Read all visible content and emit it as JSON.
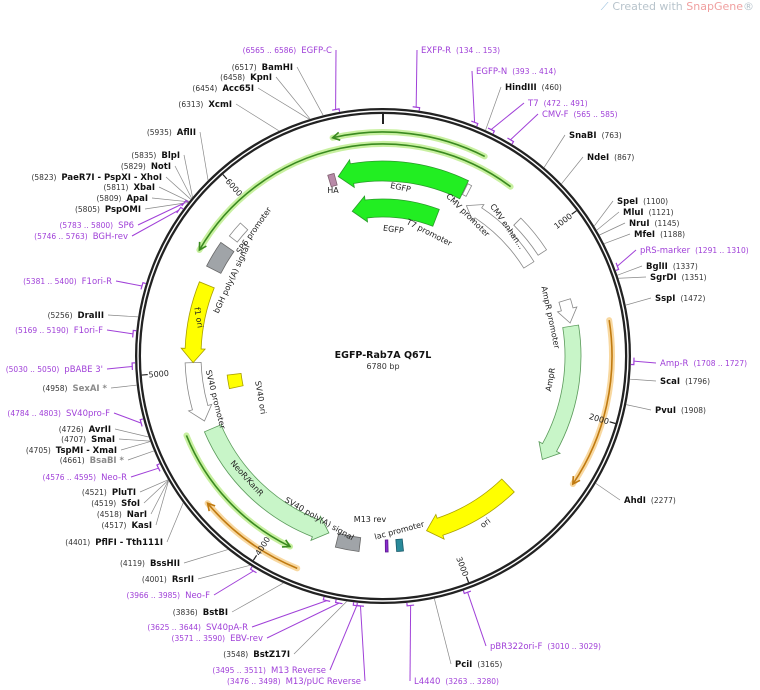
{
  "watermark": {
    "prefix": "Created with ",
    "brand": "SnapGene",
    "reg": "®"
  },
  "plasmid": {
    "name": "EGFP-Rab7A Q67L",
    "size_label": "6780 bp",
    "length_bp": 6780
  },
  "ticks": [
    "1000",
    "2000",
    "3000",
    "4000",
    "5000",
    "6000"
  ],
  "sites": [
    {
      "name": "BamHI",
      "pos": "(6517)",
      "bp": 6517
    },
    {
      "name": "KpnI",
      "pos": "(6458)",
      "bp": 6458
    },
    {
      "name": "Acc65I",
      "pos": "(6454)",
      "bp": 6454
    },
    {
      "name": "XcmI",
      "pos": "(6313)",
      "bp": 6313
    },
    {
      "name": "AflII",
      "pos": "(5935)",
      "bp": 5935
    },
    {
      "name": "BlpI",
      "pos": "(5835)",
      "bp": 5835
    },
    {
      "name": "NotI",
      "pos": "(5829)",
      "bp": 5829
    },
    {
      "name": "PaeR7I - PspXI - XhoI",
      "pos": "(5823)",
      "bp": 5823
    },
    {
      "name": "XbaI",
      "pos": "(5811)",
      "bp": 5811
    },
    {
      "name": "ApaI",
      "pos": "(5809)",
      "bp": 5809
    },
    {
      "name": "PspOMI",
      "pos": "(5805)",
      "bp": 5805
    },
    {
      "name": "DraIII",
      "pos": "(5256)",
      "bp": 5256
    },
    {
      "name": "SexAI *",
      "pos": "(4958)",
      "bp": 4958,
      "gray": true
    },
    {
      "name": "AvrII",
      "pos": "(4726)",
      "bp": 4726
    },
    {
      "name": "SmaI",
      "pos": "(4707)",
      "bp": 4707
    },
    {
      "name": "TspMI - XmaI",
      "pos": "(4705)",
      "bp": 4705
    },
    {
      "name": "BsaBI *",
      "pos": "(4661)",
      "bp": 4661,
      "gray": true
    },
    {
      "name": "PluTI",
      "pos": "(4521)",
      "bp": 4521
    },
    {
      "name": "SfoI",
      "pos": "(4519)",
      "bp": 4519
    },
    {
      "name": "NarI",
      "pos": "(4518)",
      "bp": 4518
    },
    {
      "name": "KasI",
      "pos": "(4517)",
      "bp": 4517
    },
    {
      "name": "PflFI - Tth111I",
      "pos": "(4401)",
      "bp": 4401
    },
    {
      "name": "BssHII",
      "pos": "(4119)",
      "bp": 4119
    },
    {
      "name": "RsrII",
      "pos": "(4001)",
      "bp": 4001
    },
    {
      "name": "BstBI",
      "pos": "(3836)",
      "bp": 3836
    },
    {
      "name": "BstZ17I",
      "pos": "(3548)",
      "bp": 3548
    },
    {
      "name": "HindIII",
      "pos": "(460)",
      "bp": 460
    },
    {
      "name": "SnaBI",
      "pos": "(763)",
      "bp": 763
    },
    {
      "name": "NdeI",
      "pos": "(867)",
      "bp": 867
    },
    {
      "name": "SpeI",
      "pos": "(1100)",
      "bp": 1100
    },
    {
      "name": "MluI",
      "pos": "(1121)",
      "bp": 1121
    },
    {
      "name": "NruI",
      "pos": "(1145)",
      "bp": 1145
    },
    {
      "name": "MfeI",
      "pos": "(1188)",
      "bp": 1188
    },
    {
      "name": "BglII",
      "pos": "(1337)",
      "bp": 1337
    },
    {
      "name": "SgrDI",
      "pos": "(1351)",
      "bp": 1351
    },
    {
      "name": "SspI",
      "pos": "(1472)",
      "bp": 1472
    },
    {
      "name": "ScaI",
      "pos": "(1796)",
      "bp": 1796
    },
    {
      "name": "PvuI",
      "pos": "(1908)",
      "bp": 1908
    },
    {
      "name": "AhdI",
      "pos": "(2277)",
      "bp": 2277
    },
    {
      "name": "PciI",
      "pos": "(3165)",
      "bp": 3165
    }
  ],
  "primers": [
    {
      "name": "EGFP-C",
      "range": "(6565 .. 6586)",
      "bp": 6575
    },
    {
      "name": "SP6",
      "range": "(5783 .. 5800)",
      "bp": 5791
    },
    {
      "name": "BGH-rev",
      "range": "(5746 .. 5763)",
      "bp": 5754
    },
    {
      "name": "F1ori-R",
      "range": "(5381 .. 5400)",
      "bp": 5390
    },
    {
      "name": "F1ori-F",
      "range": "(5169 .. 5190)",
      "bp": 5180
    },
    {
      "name": "pBABE 3'",
      "range": "(5030 .. 5050)",
      "bp": 5040
    },
    {
      "name": "SV40pro-F",
      "range": "(4784 .. 4803)",
      "bp": 4793
    },
    {
      "name": "Neo-R",
      "range": "(4576 .. 4595)",
      "bp": 4585
    },
    {
      "name": "Neo-F",
      "range": "(3966 .. 3985)",
      "bp": 3975
    },
    {
      "name": "SV40pA-R",
      "range": "(3625 .. 3644)",
      "bp": 3634
    },
    {
      "name": "EBV-rev",
      "range": "(3571 .. 3590)",
      "bp": 3580
    },
    {
      "name": "M13 Reverse",
      "range": "(3495 .. 3511)",
      "bp": 3503
    },
    {
      "name": "M13/pUC Reverse",
      "range": "(3476 .. 3498)",
      "bp": 3487
    },
    {
      "name": "EXFP-R",
      "range": "(134 .. 153)",
      "bp": 143
    },
    {
      "name": "EGFP-N",
      "range": "(393 .. 414)",
      "bp": 403
    },
    {
      "name": "T7",
      "range": "(472 .. 491)",
      "bp": 481
    },
    {
      "name": "CMV-F",
      "range": "(565 .. 585)",
      "bp": 575
    },
    {
      "name": "pRS-marker",
      "range": "(1291 .. 1310)",
      "bp": 1300
    },
    {
      "name": "Amp-R",
      "range": "(1708 .. 1727)",
      "bp": 1717
    },
    {
      "name": "pBR322ori-F",
      "range": "(3010 .. 3029)",
      "bp": 3019
    },
    {
      "name": "L4440",
      "range": "(3263 .. 3280)",
      "bp": 3271
    }
  ],
  "features": [
    {
      "label": "EGFP",
      "color": "#22ee22"
    },
    {
      "label": "EGFP",
      "color": "#22ee22"
    },
    {
      "label": "HA",
      "color": "#b88aa8"
    },
    {
      "label": "T7 promoter",
      "color": "#ffffff"
    },
    {
      "label": "CMV promoter",
      "color": "#ffffff"
    },
    {
      "label": "CMV enhan...",
      "color": "#ffffff"
    },
    {
      "label": "AmpR promoter",
      "color": "#ffffff"
    },
    {
      "label": "AmpR",
      "color": "#c8f5c8"
    },
    {
      "label": "ori",
      "color": "#ffff00"
    },
    {
      "label": "lac promoter",
      "color": "#2a8a9a"
    },
    {
      "label": "M13 rev",
      "color": "#8a2ad0"
    },
    {
      "label": "SV40 poly(A) signal",
      "color": "#a0a4a8"
    },
    {
      "label": "NeoR/KanR",
      "color": "#c8f5c8"
    },
    {
      "label": "SV40 ori",
      "color": "#ffff00"
    },
    {
      "label": "SV40 promoter",
      "color": "#ffffff"
    },
    {
      "label": "f1 ori",
      "color": "#ffff00"
    },
    {
      "label": "bGH poly(A) signal",
      "color": "#a0a4a8"
    },
    {
      "label": "SP6 promoter",
      "color": "#ffffff"
    }
  ],
  "colors": {
    "primer": "#a040d8",
    "orf": "#3a8a20",
    "orf_glow": "#c8f0a0",
    "orange": "#c07a10",
    "orange_glow": "#f8d8a0"
  }
}
